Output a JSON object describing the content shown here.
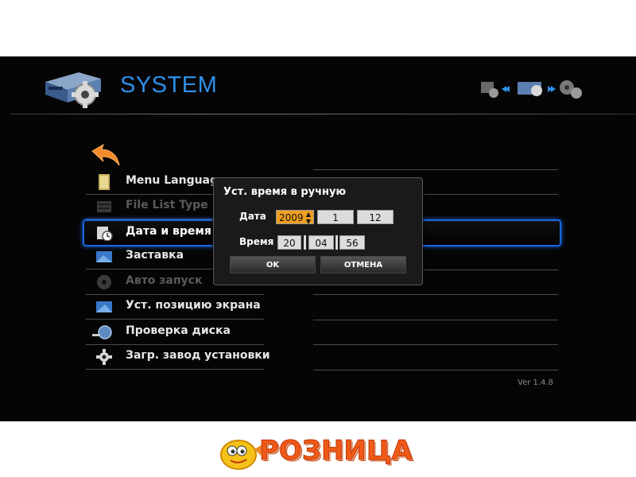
{
  "header": {
    "title": "SYSTEM"
  },
  "menu": {
    "items": [
      {
        "label": "Menu Language",
        "icon": "folder-icon",
        "disabled": false
      },
      {
        "label": "File List Type",
        "icon": "file-list-icon",
        "disabled": true
      },
      {
        "label": "Дата и время",
        "icon": "clock-icon",
        "disabled": false,
        "selected": true
      },
      {
        "label": "Заставка",
        "icon": "screensaver-icon",
        "disabled": false
      },
      {
        "label": "Авто запуск",
        "icon": "disc-icon",
        "disabled": true
      },
      {
        "label": "Уст. позицию экрана",
        "icon": "screen-position-icon",
        "disabled": false
      },
      {
        "label": "Проверка диска",
        "icon": "disk-check-icon",
        "disabled": false
      },
      {
        "label": "Загр. завод установки",
        "icon": "gear-icon",
        "disabled": false
      }
    ]
  },
  "dialog": {
    "title": "Уст. время в ручную",
    "date_label": "Дата",
    "time_label": "Время",
    "year": "2009",
    "month": "1",
    "day": "12",
    "hour": "20",
    "minute": "04",
    "second": "56",
    "ok_label": "OK",
    "cancel_label": "ОТМЕНА"
  },
  "footer": {
    "version": "Ver 1.4.8"
  },
  "brand": {
    "logo_text": "РОЗНИЦА"
  },
  "colors": {
    "accent_blue": "#2f8fe8",
    "selection_border": "#1b66e0",
    "active_field": "#f0a020",
    "brand_orange": "#f05a17"
  }
}
